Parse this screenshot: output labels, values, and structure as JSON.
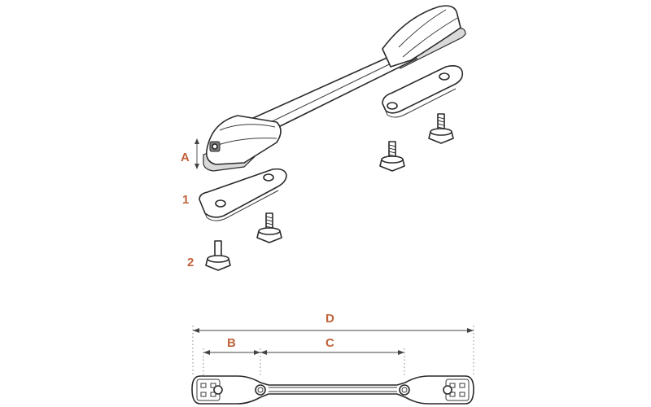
{
  "labels": {
    "a": "A",
    "one": "1",
    "two": "2",
    "b": "B",
    "c": "C",
    "d": "D"
  },
  "colors": {
    "label": "#c0623a",
    "line": "#2a2a2a",
    "background": "#ffffff"
  }
}
